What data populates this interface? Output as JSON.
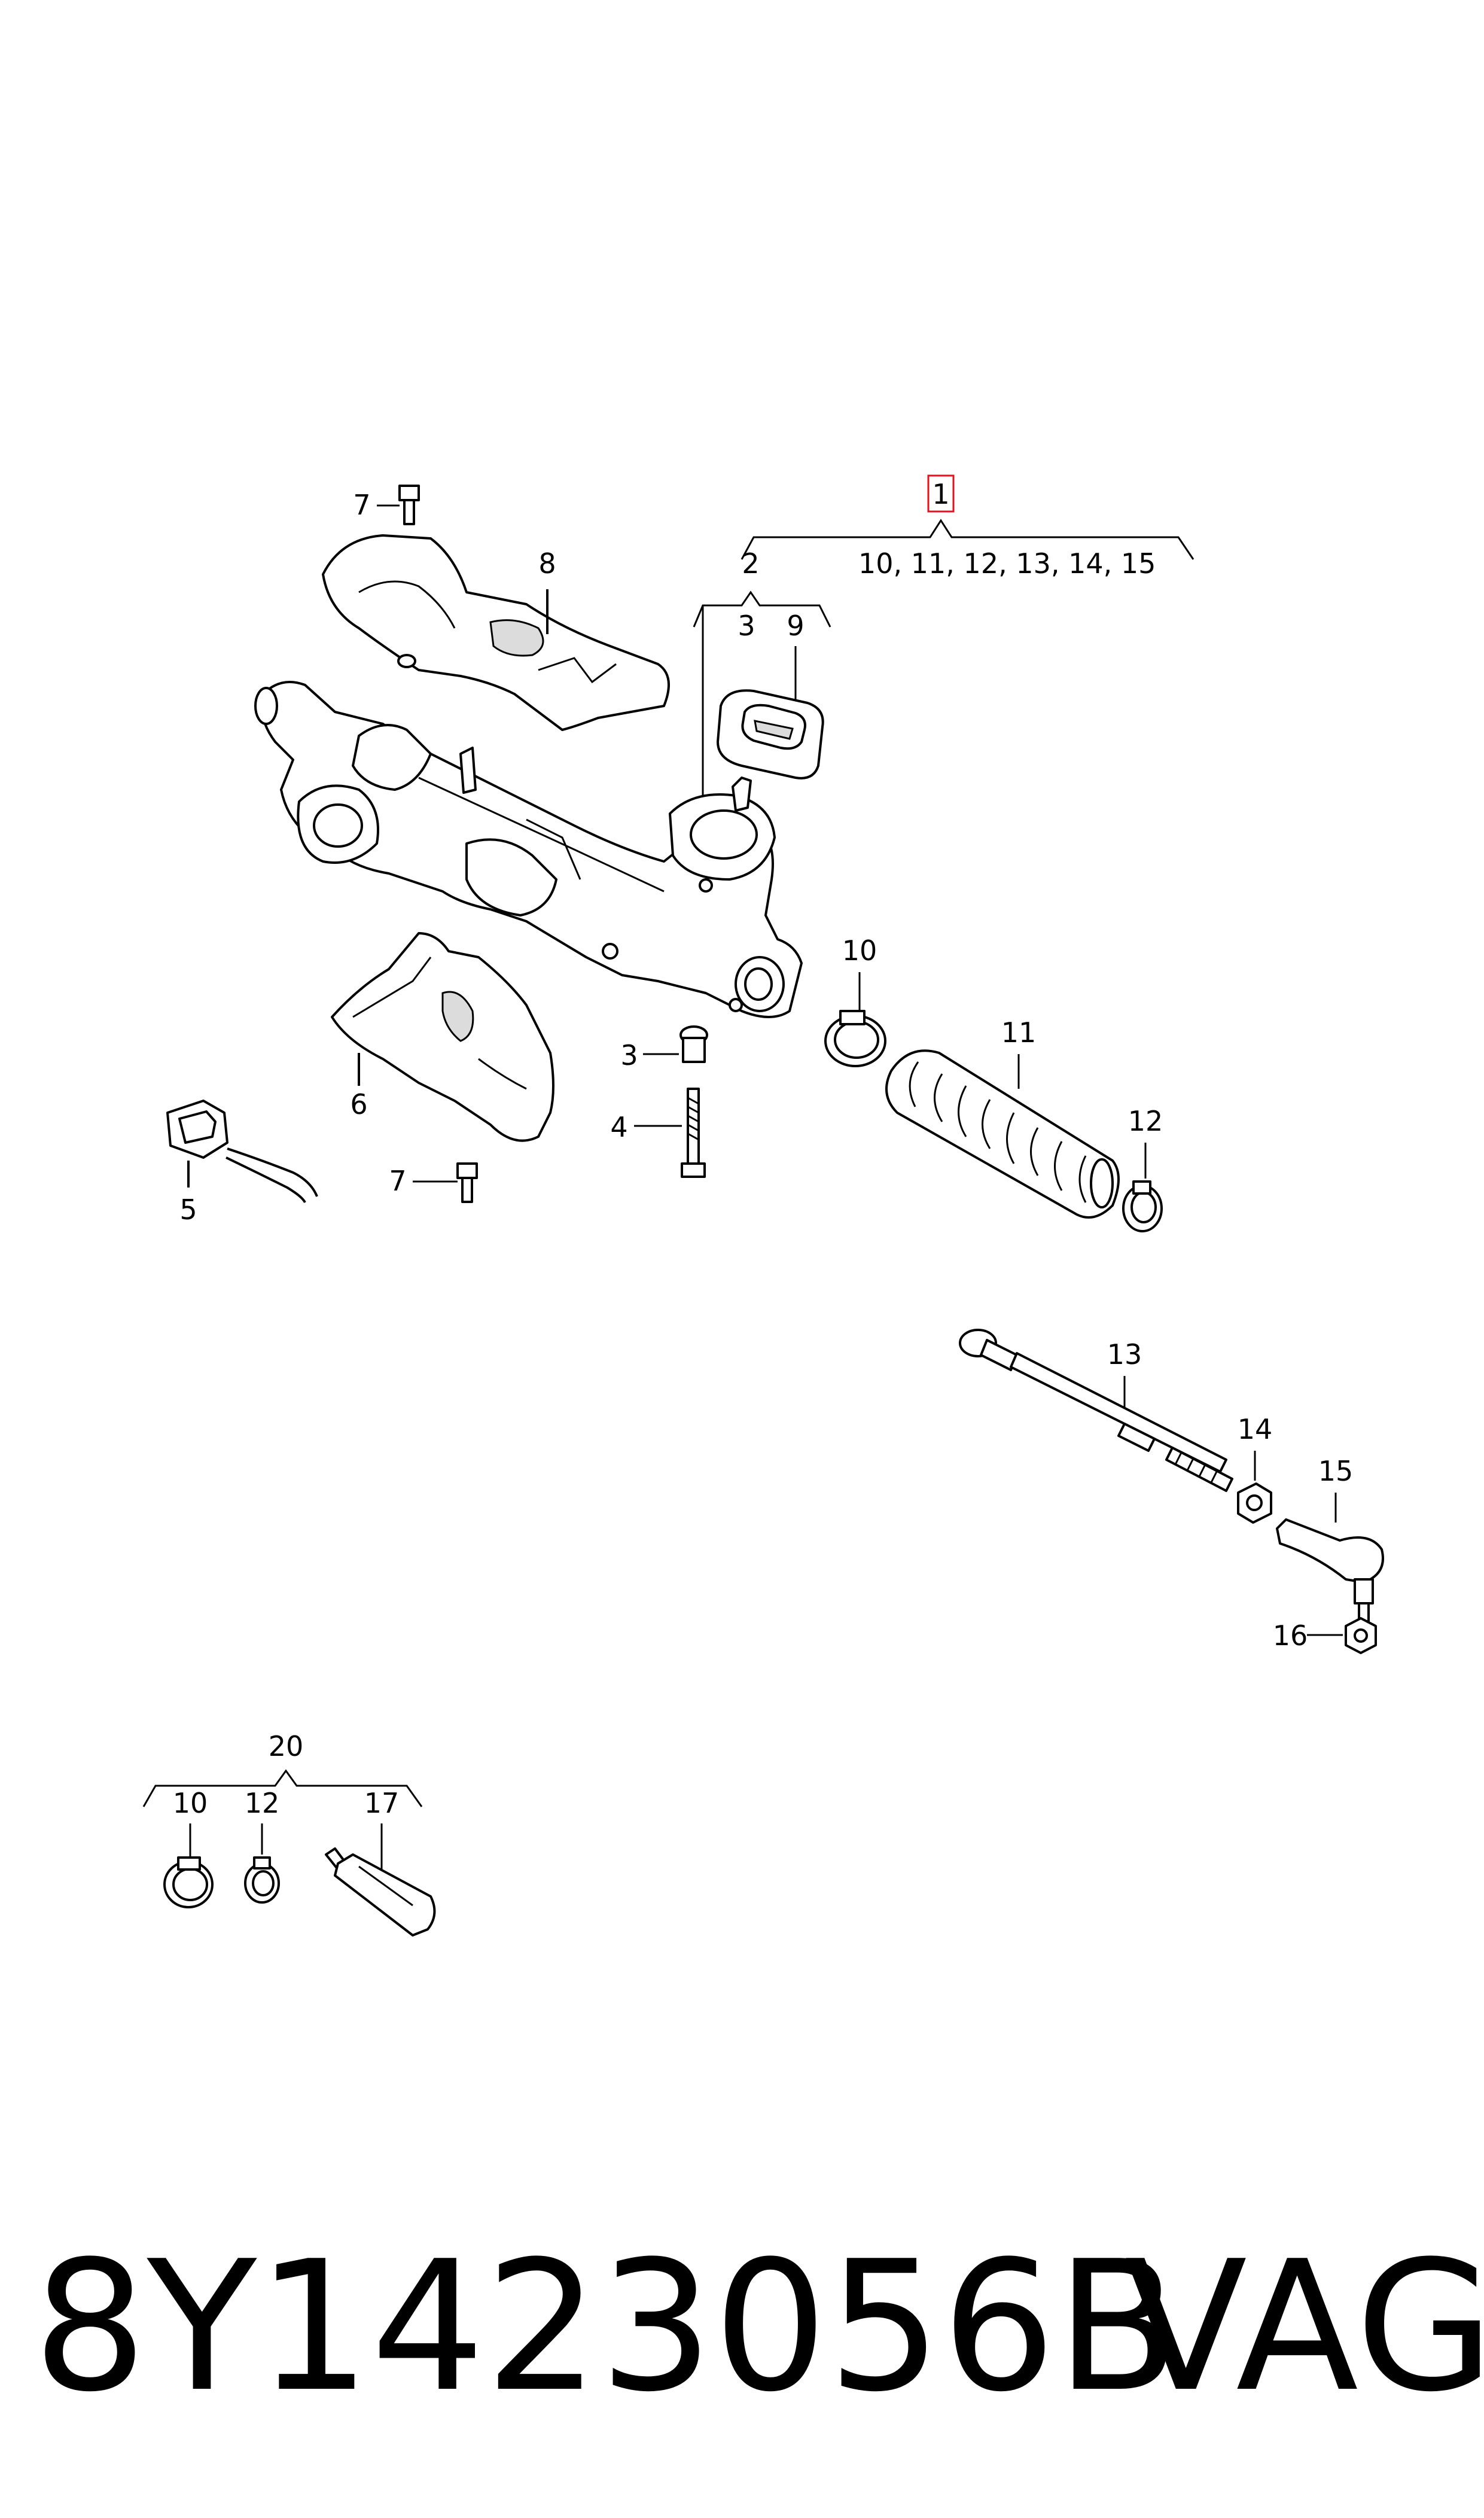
{
  "callouts": {
    "c1": "1",
    "c1_sub": "10, 11, 12, 13, 14, 15",
    "c2": "2",
    "c3": "3",
    "c9": "9",
    "c8": "8",
    "c7a": "7",
    "c7b": "7",
    "c6": "6",
    "c5": "5",
    "c3b": "3",
    "c4": "4",
    "c10": "10",
    "c11": "11",
    "c12": "12",
    "c13": "13",
    "c14": "14",
    "c15": "15",
    "c16": "16",
    "c20": "20",
    "c20_10": "10",
    "c20_12": "12",
    "c17": "17"
  },
  "footer": {
    "part_number": "8Y1423056B",
    "brand": "VAG"
  },
  "colors": {
    "highlight": "#e0141e",
    "ink": "#000000"
  }
}
